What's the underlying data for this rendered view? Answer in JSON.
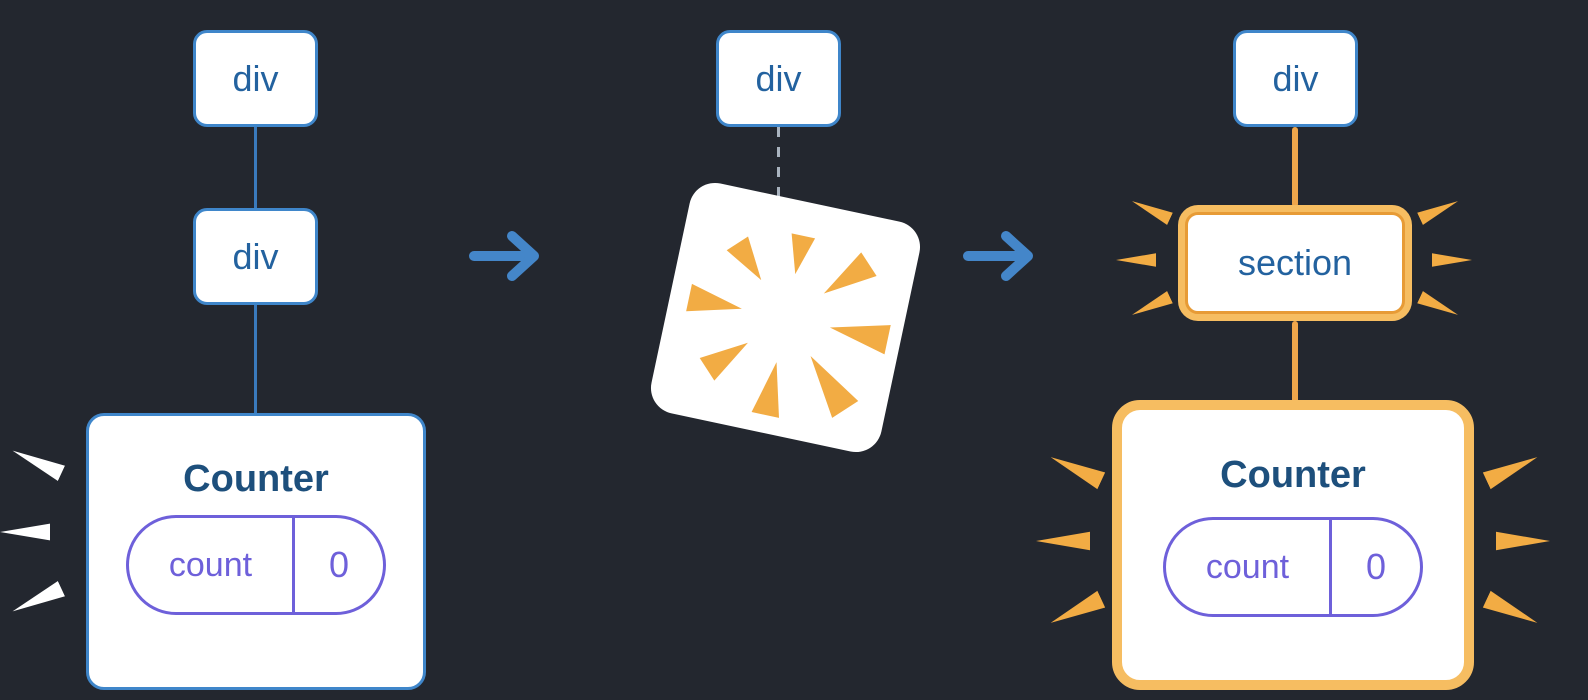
{
  "colors": {
    "background": "#23272f",
    "node_border_blue": "#3f86ca",
    "node_text_blue": "#23629f",
    "edge_blue": "#3a7abc",
    "edge_orange": "#efa64b",
    "highlight_orange": "#f6bd61",
    "highlight_orange_inner": "#e79b36",
    "burst_orange": "#f2ac44",
    "counter_title_navy": "#1d4f7c",
    "state_purple": "#6e60da",
    "arrow_blue": "#4486c9",
    "dashed_gray": "#a9b3bf",
    "card_white": "#ffffff"
  },
  "panels": {
    "before": {
      "node1": "div",
      "node2": "div",
      "counter": {
        "title": "Counter",
        "state_key": "count",
        "state_value": "0"
      }
    },
    "during": {
      "node": "div"
    },
    "after": {
      "node": "div",
      "section": "section",
      "counter": {
        "title": "Counter",
        "state_key": "count",
        "state_value": "0"
      }
    }
  }
}
